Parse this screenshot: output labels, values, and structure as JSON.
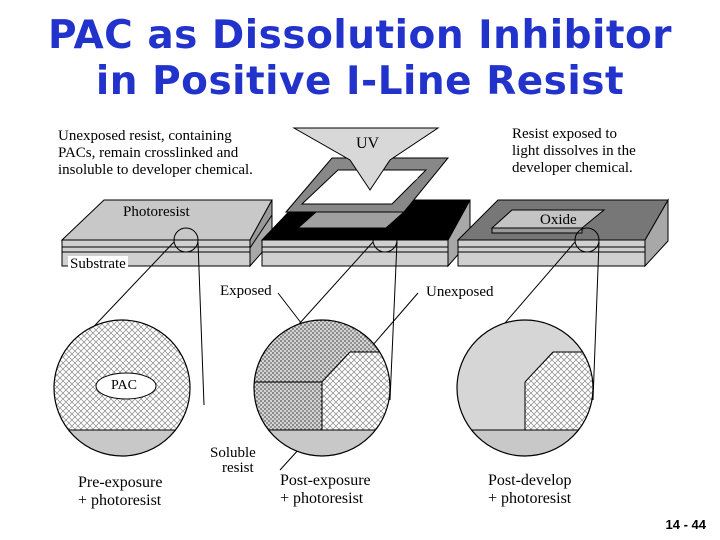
{
  "title": {
    "line1": "PAC as Dissolution Inhibitor",
    "line2": "in Positive I-Line Resist"
  },
  "notes": {
    "left": [
      "Unexposed resist, containing",
      "PACs, remain crosslinked and",
      "insoluble to developer chemical."
    ],
    "right": [
      "Resist exposed to",
      "light dissolves in the",
      "developer chemical."
    ],
    "uv": "UV"
  },
  "labels": {
    "photoresist": "Photoresist",
    "oxide": "Oxide",
    "substrate": "Substrate",
    "exposed": "Exposed",
    "unexposed": "Unexposed",
    "pac": "PAC",
    "soluble": [
      "Soluble",
      "resist"
    ]
  },
  "captions": {
    "pre": [
      "Pre-exposure",
      "+ photoresist"
    ],
    "post": [
      "Post-exposure",
      "+ photoresist"
    ],
    "develop": [
      "Post-develop",
      "+ photoresist"
    ]
  },
  "page_number": "14 - 44",
  "colors": {
    "title": "#2233cc",
    "resist_top": "#c4c4c4",
    "resist_dark": "#000000",
    "developed": "#777777"
  }
}
